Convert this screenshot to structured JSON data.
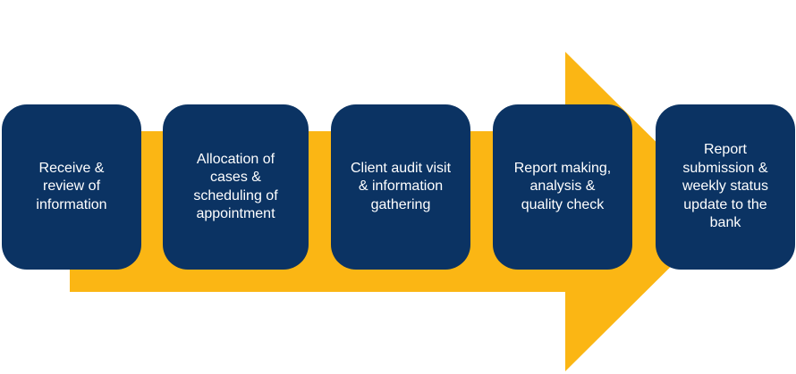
{
  "colors": {
    "arrow": "#FBB614",
    "step_box": "#0B3363",
    "step_text": "#FFFFFF"
  },
  "arrow": {
    "icon": "process-arrow-shape"
  },
  "steps": [
    {
      "label": "Receive &\nreview of\ninformation"
    },
    {
      "label": "Allocation of\ncases &\nscheduling of\nappointment"
    },
    {
      "label": "Client audit visit\n& information\ngathering"
    },
    {
      "label": "Report making,\nanalysis &\nquality check"
    },
    {
      "label": "Report\nsubmission &\nweekly status\nupdate to the\nbank"
    }
  ]
}
